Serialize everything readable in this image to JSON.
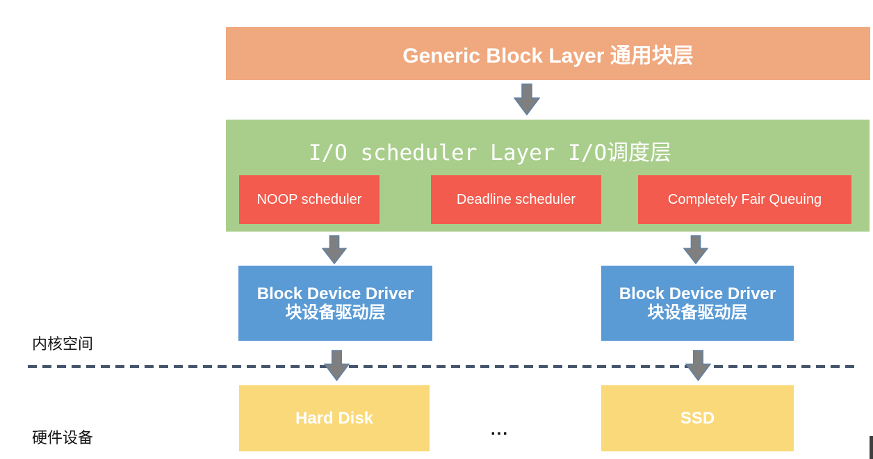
{
  "title_box": {
    "label": "Generic Block Layer 通用块层"
  },
  "scheduler_layer": {
    "label": "I/O scheduler Layer I/O调度层",
    "schedulers": [
      {
        "label": "NOOP scheduler"
      },
      {
        "label": "Deadline scheduler"
      },
      {
        "label": "Completely Fair Queuing"
      }
    ]
  },
  "drivers": [
    {
      "title": "Block Device Driver",
      "subtitle": "块设备驱动层"
    },
    {
      "title": "Block Device Driver",
      "subtitle": "块设备驱动层"
    }
  ],
  "devices": [
    {
      "label": "Hard Disk"
    },
    {
      "label": "SSD"
    }
  ],
  "ellipsis": "...",
  "region_labels": {
    "kernel_space": "内核空间",
    "hardware": "硬件设备"
  },
  "colors": {
    "generic_block_layer": "#F0A87E",
    "io_scheduler_layer": "#A9CE8C",
    "scheduler_box": "#F25B4D",
    "driver_box": "#5B9BD5",
    "device_box": "#FAD97A",
    "arrow_fill": "#7F7F7F",
    "arrow_border": "#5E81A8",
    "divider_line": "#44546A",
    "box_text": "#FFFFFF",
    "label_text": "#151515"
  }
}
